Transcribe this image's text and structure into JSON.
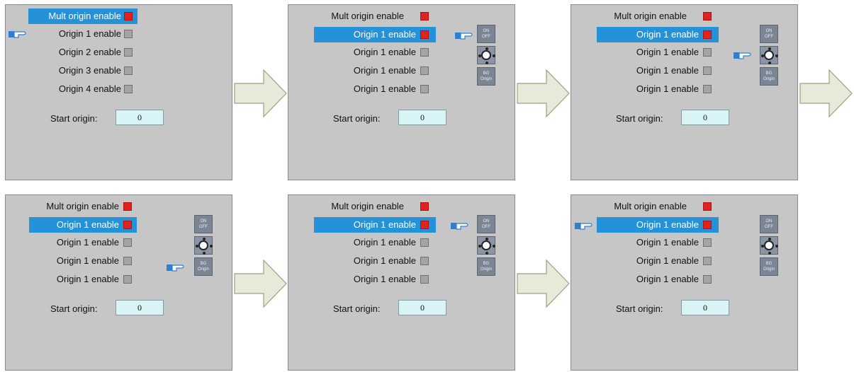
{
  "panel_a": {
    "mult_label": "Mult origin enable",
    "origin1": "Origin 1 enable",
    "origin2": "Origin 2 enable",
    "origin3": "Origin 3 enable",
    "origin4": "Origin 4 enable"
  },
  "panel_b": {
    "mult_label": "Mult origin enable",
    "origin_label": "Origin 1 enable"
  },
  "start_label": "Start origin:",
  "start_value": "0",
  "keys": {
    "top_key_line1": "ON",
    "top_key_line2": "OFF",
    "bottom_key_line1": "BG",
    "bottom_key_line2": "Origin"
  },
  "colors": {
    "screen_bg": "#c6c6c6",
    "highlight": "#2591d6",
    "checked": "#e0231f",
    "unchecked": "#a4a4a4",
    "field": "#d8f4f6",
    "flow_arrow": "#e6ead8"
  },
  "icons": [
    "pointing-hand-icon",
    "direction-pad-icon",
    "flow-arrow-icon"
  ]
}
